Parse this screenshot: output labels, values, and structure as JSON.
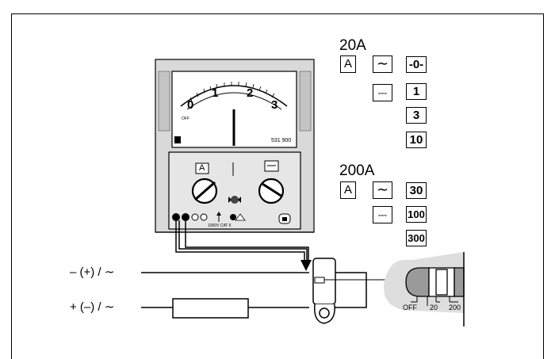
{
  "meter": {
    "scale_ticks": [
      "0",
      "1",
      "2",
      "3"
    ],
    "off_label": "OFF",
    "model": "531 900",
    "selector_left_label": "A",
    "terminal_label": "1000V CAT II"
  },
  "ranges_20A": {
    "header": "20A",
    "unit": "A",
    "ac_symbol": "∼",
    "dc_symbol": "⎓",
    "values": [
      "-0-",
      "1",
      "3",
      "10"
    ]
  },
  "ranges_200A": {
    "header": "200A",
    "unit": "A",
    "ac_symbol": "∼",
    "dc_symbol": "⎓",
    "values": [
      "30",
      "100",
      "300"
    ]
  },
  "wiring": {
    "upper_wire": "– (+) / ∼",
    "lower_wire": "+ (–) / ∼"
  },
  "clamp_switch": {
    "positions": [
      "OFF",
      "20",
      "200"
    ]
  },
  "colors": {
    "meter_gray": "#d9d9d9",
    "meter_dark": "#bfbfbf",
    "clamp_bg": "#dedede",
    "clamp_gray": "#9a9a9a"
  }
}
